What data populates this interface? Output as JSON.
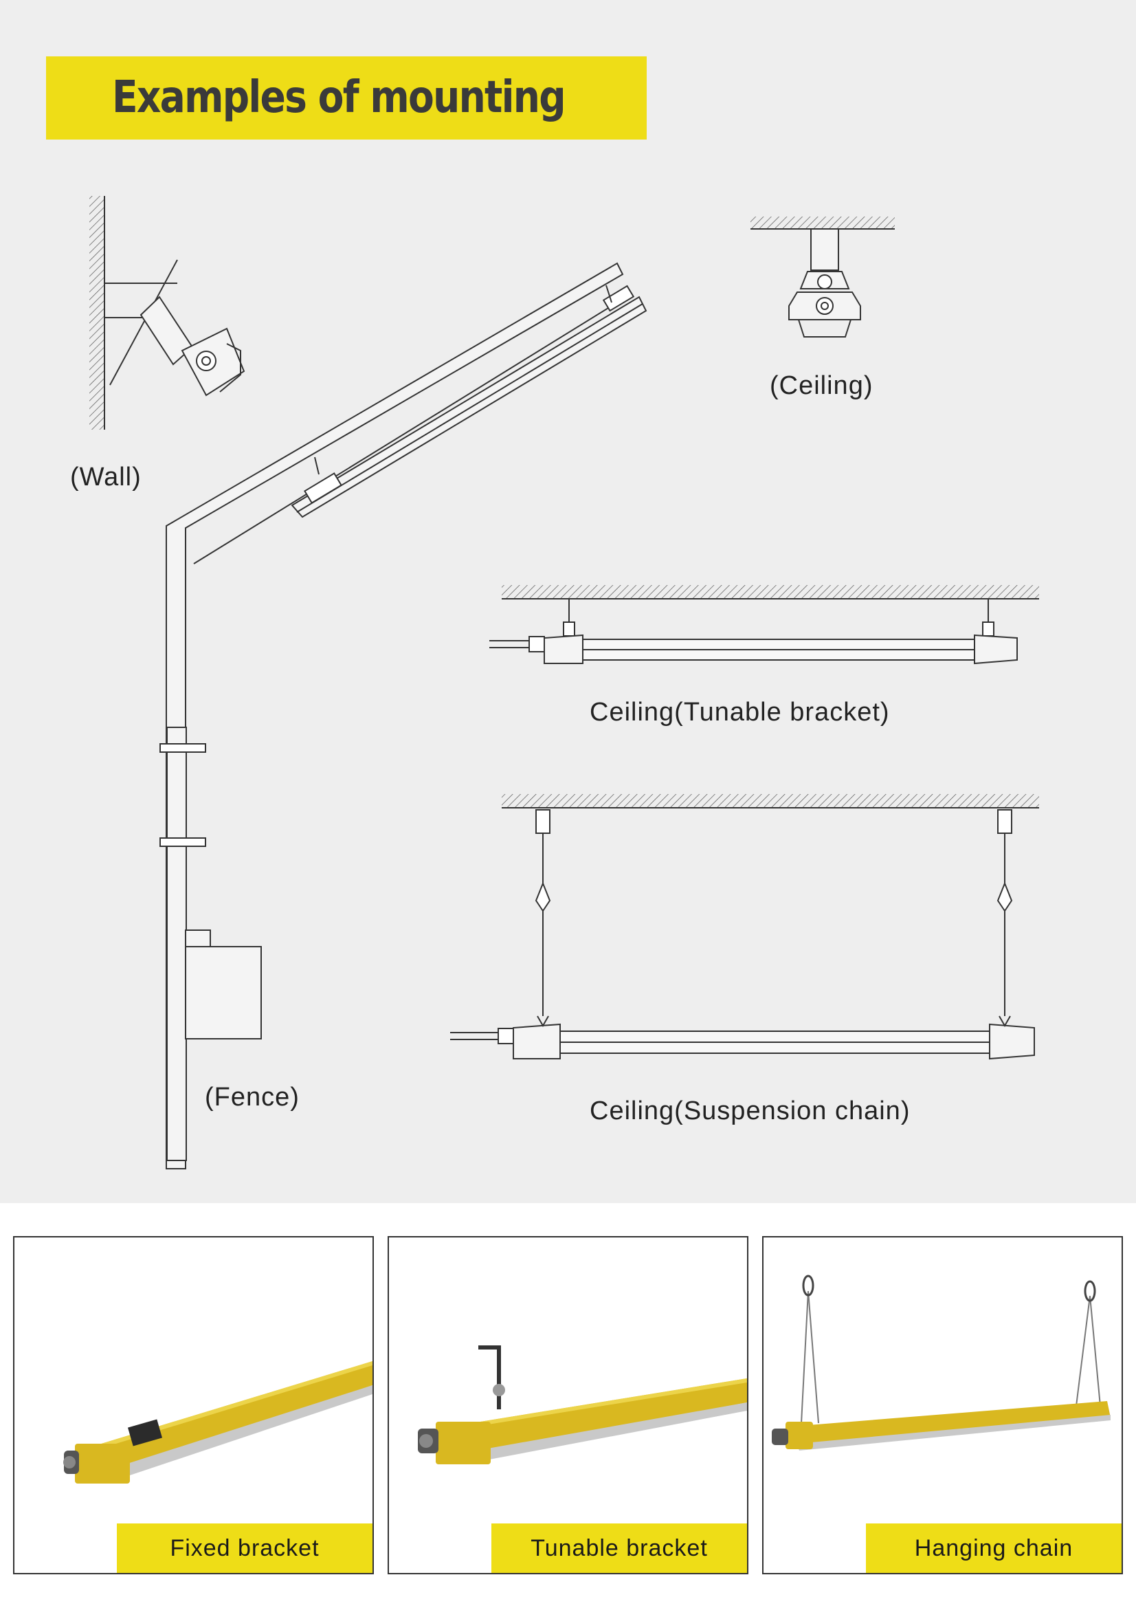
{
  "title": "Examples of mounting",
  "diagram_labels": {
    "wall": "(Wall)",
    "ceiling": "(Ceiling)",
    "fence": "(Fence)",
    "ceiling_tunable": "Ceiling(Tunable bracket)",
    "ceiling_suspension": "Ceiling(Suspension chain)"
  },
  "photos": [
    {
      "caption": "Fixed bracket"
    },
    {
      "caption": "Tunable bracket"
    },
    {
      "caption": "Hanging chain"
    }
  ],
  "colors": {
    "accent_yellow": "#eedd17",
    "background_gray": "#eeeeee",
    "fixture_yellow": "#d9b820"
  }
}
